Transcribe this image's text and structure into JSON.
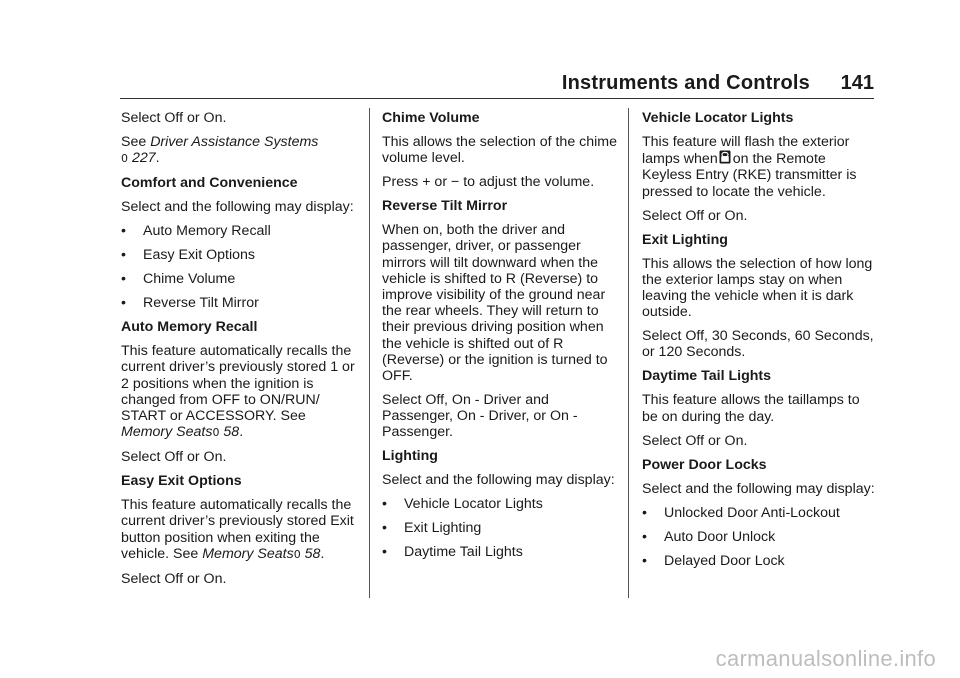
{
  "header": {
    "title": "Instruments and Controls",
    "page": "141"
  },
  "col1": {
    "p1": "Select Off or On.",
    "see_prefix": "See ",
    "see_link": "Driver Assistance Systems",
    "see_ref_symbol": "0",
    "see_ref_page": " 227",
    "see_end": ".",
    "h_comfort": "Comfort and Convenience",
    "p_select": "Select and the following may display:",
    "bullets": [
      "Auto Memory Recall",
      "Easy Exit Options",
      "Chime Volume",
      "Reverse Tilt Mirror"
    ],
    "bullet_mark": "•",
    "h_auto": "Auto Memory Recall",
    "p_auto": "This feature automatically recalls the current driver’s previously stored 1 or 2 positions when the ignition is changed from OFF to ON/RUN/ START or ACCESSORY. See ",
    "auto_link": "Memory Seats",
    "auto_ref_symbol": "0",
    "auto_ref_page": " 58",
    "auto_end": ".",
    "p_auto_sel": "Select Off or On.",
    "h_easy": "Easy Exit Options",
    "p_easy": "This feature automatically recalls the current driver’s previously stored Exit button position when exiting the vehicle. See ",
    "easy_link": "Memory Seats",
    "easy_ref_symbol": "0",
    "easy_ref_page": " 58",
    "easy_end": ".",
    "p_easy_sel": "Select Off or On."
  },
  "col2": {
    "h_chime": "Chime Volume",
    "p_chime": "This allows the selection of the chime volume level.",
    "p_press": "Press + or − to adjust the volume.",
    "h_rev": "Reverse Tilt Mirror",
    "p_rev": "When on, both the driver and passenger, driver, or passenger mirrors will tilt downward when the vehicle is shifted to R (Reverse) to improve visibility of the ground near the rear wheels. They will return to their previous driving position when the vehicle is shifted out of R (Reverse) or the ignition is turned to OFF.",
    "p_rev_sel": "Select Off, On - Driver and Passenger, On - Driver, or On - Passenger.",
    "h_light": "Lighting",
    "p_light": "Select and the following may display:",
    "bullets": [
      "Vehicle Locator Lights",
      "Exit Lighting",
      "Daytime Tail Lights"
    ],
    "bullet_mark": "•"
  },
  "col3": {
    "h_loc": "Vehicle Locator Lights",
    "p_loc_a": "This feature will flash the exterior lamps when",
    "p_loc_b": "on the Remote Keyless Entry (RKE) transmitter is pressed to locate the vehicle.",
    "key_icon": "remote-lock-key-icon",
    "p_loc_sel": "Select Off or On.",
    "h_exit": "Exit Lighting",
    "p_exit": "This allows the selection of how long the exterior lamps stay on when leaving the vehicle when it is dark outside.",
    "p_exit_sel": "Select Off, 30 Seconds, 60 Seconds, or 120 Seconds.",
    "h_day": "Daytime Tail Lights",
    "p_day": "This feature allows the taillamps to be on during the day.",
    "p_day_sel": "Select Off or On.",
    "h_pdl": "Power Door Locks",
    "p_pdl": "Select and the following may display:",
    "bullets": [
      "Unlocked Door Anti-Lockout",
      "Auto Door Unlock",
      "Delayed Door Lock"
    ],
    "bullet_mark": "•"
  },
  "watermark": "carmanualsonline.info"
}
